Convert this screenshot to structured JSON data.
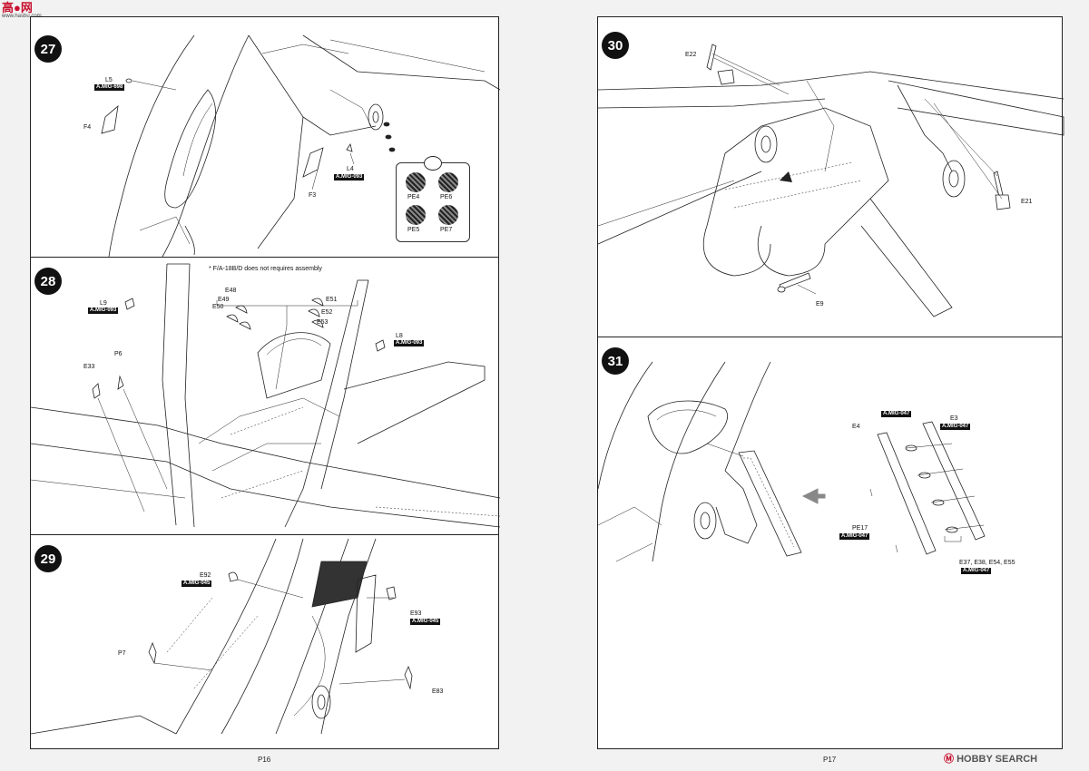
{
  "watermark_top": {
    "main": "高●网",
    "sub": "www.hasbu.com"
  },
  "watermark_bottom": {
    "prefix": "Ⓜ",
    "brand": "HOBBY SEARCH"
  },
  "left_page": {
    "page_number": "P16",
    "step27": {
      "number": "27",
      "labels": [
        "L5",
        "F4",
        "L4",
        "F3"
      ],
      "paints": [
        "A.MIG-698",
        "A.MIG-093"
      ],
      "pe_parts": [
        "PE4",
        "PE6",
        "PE5",
        "PE7"
      ]
    },
    "step28": {
      "number": "28",
      "note": "* F/A-18B/D does not requires assembly",
      "labels": [
        "L9",
        "P6",
        "E33",
        "E48",
        "E49",
        "E50",
        "E51",
        "E52",
        "E53",
        "L8"
      ],
      "paints": [
        "A.MIG-093",
        "A.MIG-093"
      ]
    },
    "step29": {
      "number": "29",
      "labels": [
        "E92",
        "E93",
        "P7",
        "E83"
      ],
      "paints": [
        "A.MIG-045",
        "A.MIG-045"
      ]
    }
  },
  "right_page": {
    "page_number": "P17",
    "step30": {
      "number": "30",
      "labels": [
        "E22",
        "E21",
        "E9"
      ]
    },
    "step31": {
      "number": "31",
      "labels": [
        "E4",
        "E3",
        "PE17",
        "E37, E38, E54, E55"
      ],
      "paints": [
        "A.MIG-047",
        "A.MIG-047",
        "A.MIG-047",
        "A.MIG-047"
      ]
    }
  }
}
